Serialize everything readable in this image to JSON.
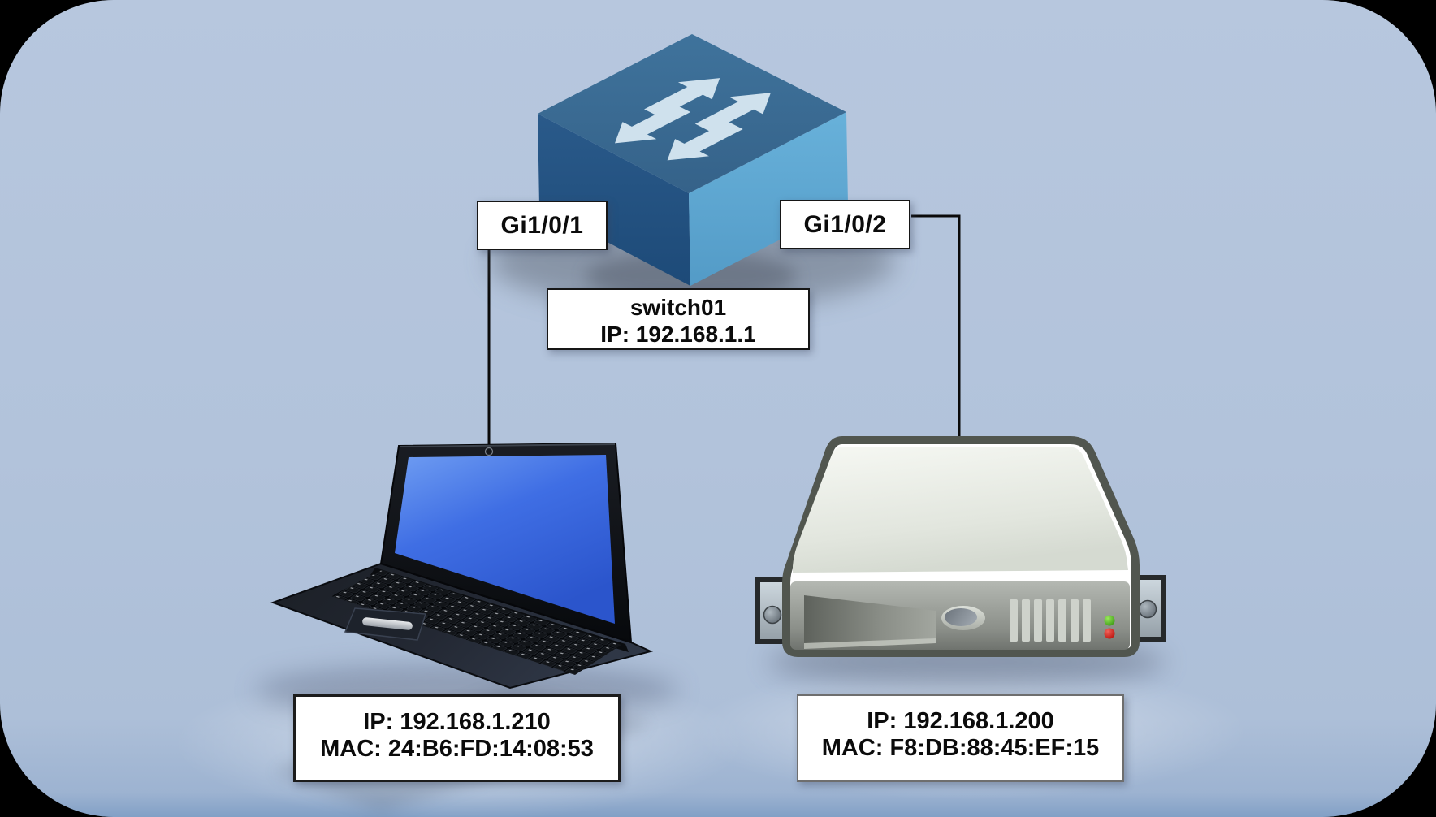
{
  "diagram_type": "network-topology",
  "switch": {
    "hostname": "switch01",
    "ip": "IP: 192.168.1.1",
    "ports": [
      {
        "name": "Gi1/0/1",
        "connected_to": "laptop"
      },
      {
        "name": "Gi1/0/2",
        "connected_to": "server"
      }
    ]
  },
  "laptop": {
    "ip": "IP: 192.168.1.210",
    "mac": "MAC: 24:B6:FD:14:08:53"
  },
  "server": {
    "ip": "IP: 192.168.1.200",
    "mac": "MAC: F8:DB:88:45:EF:15"
  },
  "colors": {
    "background": "#b2c3db",
    "frame": "#000000",
    "switch_top_face": "#3a6b93",
    "switch_left_face": "#234f7e",
    "switch_right_face": "#5fa9d3",
    "switch_arrows": "#cfe1ed",
    "laptop_screen": "#3a6ae0",
    "server_body": "#e7eae4",
    "server_outline": "#51564f",
    "led_green": "#55c424",
    "led_red": "#dc2a24",
    "link_line": "#0a0a0a",
    "label_background": "#ffffff"
  }
}
